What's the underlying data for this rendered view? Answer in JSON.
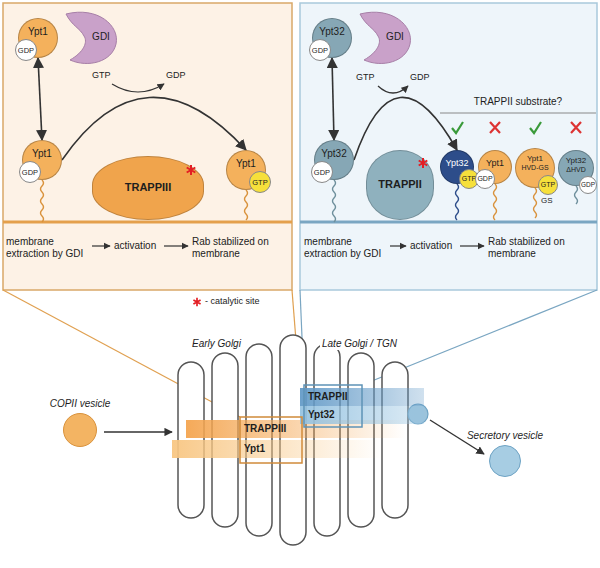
{
  "diagram": {
    "nodes": [
      {
        "text": [
          "Ypt1"
        ]
      },
      {
        "text": [
          "GDP"
        ],
        "in": 0
      },
      {
        "text": [
          "GDI"
        ]
      },
      {
        "text": [
          "Ypt1"
        ]
      },
      {
        "text": [
          "GDP"
        ],
        "in": 3
      },
      {
        "text": [
          "TRAPPIII"
        ]
      },
      {
        "text": [
          "Ypt1"
        ]
      },
      {
        "text": [
          "GTP"
        ],
        "in": 6
      },
      {
        "text": [
          "Ypt32"
        ]
      },
      {
        "text": [
          "GDP"
        ],
        "in": 8
      },
      {
        "text": [
          "GDI"
        ]
      },
      {
        "text": [
          "Ypt32"
        ]
      },
      {
        "text": [
          "GDP"
        ],
        "in": 11
      },
      {
        "text": [
          "TRAPPII"
        ]
      },
      {
        "text": [
          "Ypt32"
        ]
      },
      {
        "text": [
          "GTP"
        ],
        "in": 14
      },
      {
        "text": [
          "Ypt1"
        ]
      },
      {
        "text": [
          "GDP"
        ],
        "in": 16
      },
      {
        "text": [
          "Ypt1",
          "HVD-GS"
        ]
      },
      {
        "text": [
          "GTP"
        ],
        "in": 18
      },
      {
        "text": [
          "Ypt32",
          "ΔHVD"
        ]
      },
      {
        "text": [
          "GDP"
        ],
        "in": 20
      },
      {
        "text": [
          "COPII vesicle"
        ]
      },
      {
        "text": [
          "TRAPPIII"
        ]
      },
      {
        "text": [
          "Ypt1"
        ]
      },
      {
        "text": [
          "TRAPPII"
        ]
      },
      {
        "text": [
          "Ypt32"
        ]
      },
      {
        "text": [
          "Secretory vesicle"
        ]
      }
    ],
    "edges": [
      {
        "from": 0,
        "to": 3,
        "arrow": "both"
      },
      {
        "from": 3,
        "to": 6,
        "arrow": "to"
      },
      {
        "from": 8,
        "to": 11,
        "arrow": "both"
      },
      {
        "from": 11,
        "to": 14,
        "arrow": "to"
      }
    ],
    "labels": [
      "GTP",
      "GDP",
      "membrane extraction by GDI",
      "activation",
      "Rab stabilized on membrane",
      "GTP",
      "GDP",
      "TRAPPII substrate?",
      "GS",
      "membrane extraction by GDI",
      "activation",
      "Rab stabilized on membrane",
      "Early Golgi",
      "Late Golgi / TGN"
    ],
    "legend": [
      {
        "text": "- catalytic site",
        "color": "#e31e24"
      }
    ]
  }
}
